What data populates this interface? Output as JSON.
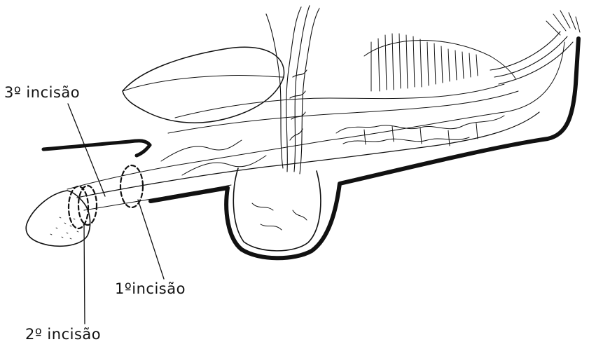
{
  "labels": {
    "incision_3": "3º incisão",
    "incision_1": "1ºincisão",
    "incision_2": "2º incisão"
  },
  "colors": {
    "ink": "#111111",
    "paper": "#ffffff"
  }
}
